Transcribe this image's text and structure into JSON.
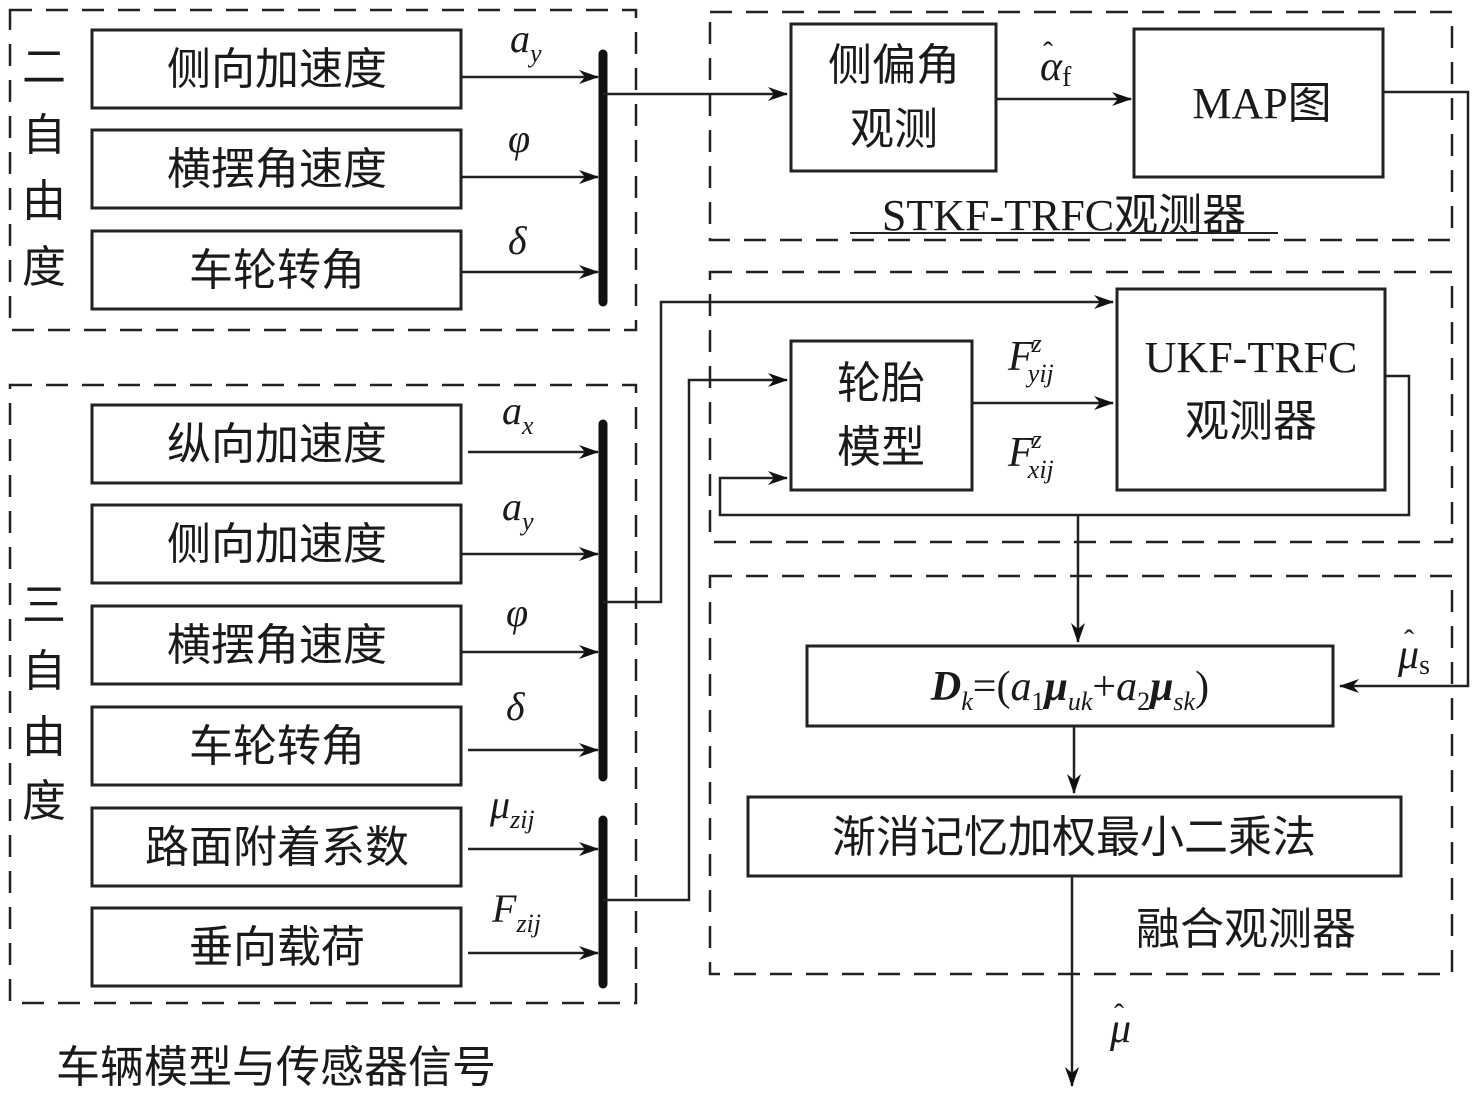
{
  "groups": {
    "two_dof": {
      "label": "二自由度",
      "inputs": [
        "侧向加速度",
        "横摆角速度",
        "车轮转角"
      ],
      "signals": [
        [
          "a",
          "y"
        ],
        [
          "φ",
          ""
        ],
        [
          "δ",
          ""
        ]
      ]
    },
    "three_dof": {
      "label": "三自由度",
      "inputs": [
        "纵向加速度",
        "侧向加速度",
        "横摆角速度",
        "车轮转角",
        "路面附着系数",
        "垂向载荷"
      ],
      "signals": [
        [
          "a",
          "x"
        ],
        [
          "a",
          "y"
        ],
        [
          "φ",
          ""
        ],
        [
          "δ",
          ""
        ],
        [
          "μ",
          "zij"
        ],
        [
          "F",
          "zij"
        ]
      ]
    },
    "vehicle_caption": "车辆模型与传感器信号"
  },
  "stkf": {
    "slip_box": [
      "侧偏角",
      "观测"
    ],
    "alpha_sym": "α",
    "alpha_sub": "f",
    "map_box": "MAP图",
    "caption": "STKF-TRFC观测器"
  },
  "ukf": {
    "tire_box": [
      "轮胎",
      "模型"
    ],
    "fy": {
      "base": "F",
      "sup": "z",
      "sub": "yij"
    },
    "fx": {
      "base": "F",
      "sup": "z",
      "sub": "xij"
    },
    "ukf_box": [
      "UKF-TRFC",
      "观测器"
    ]
  },
  "fusion": {
    "formula": {
      "D": "D",
      "k": "k",
      "eq": "=(",
      "a1": "a",
      "one": "1",
      "mu1": "μ",
      "uk": "uk",
      "plus": "+",
      "a2": "a",
      "two": "2",
      "mu2": "μ",
      "sk": "sk",
      "close": ")"
    },
    "mu_s": {
      "sym": "μ",
      "sub": "s"
    },
    "lsq_box": "渐消记忆加权最小二乘法",
    "caption": "融合观测器",
    "output": "μ"
  }
}
